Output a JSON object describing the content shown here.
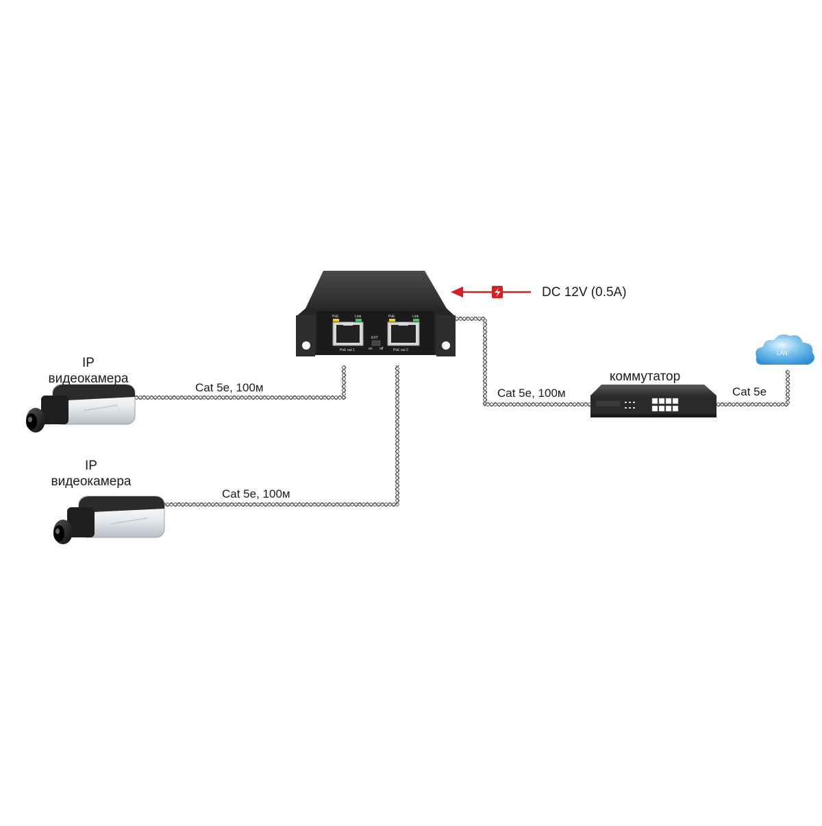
{
  "diagram": {
    "camera1": {
      "line1": "IP",
      "line2": "видеокамера",
      "cable_label": "Cat 5e, 100м"
    },
    "camera2": {
      "line1": "IP",
      "line2": "видеокамера",
      "cable_label": "Cat 5e, 100м"
    },
    "injector": {
      "port1": {
        "poe": "PoE",
        "link": "Link",
        "name": "PoE out 1"
      },
      "port2": {
        "poe": "PoE",
        "link": "Link",
        "name": "PoE out 2"
      },
      "switch_top": "EXT",
      "switch_on": "on",
      "switch_off": "off"
    },
    "power": {
      "label": "DC 12V (0.5A)",
      "arrow_color": "#d81e1e"
    },
    "uplink_cable_label": "Cat 5e, 100м",
    "switch": {
      "label": "коммутатор"
    },
    "lan": {
      "cloud_label": "LAN",
      "cable_label": "Cat 5e"
    },
    "colors": {
      "led_yellow": "#f3d20a",
      "led_green": "#2fd05a",
      "cloud_blue": "#3a9ad9"
    }
  }
}
